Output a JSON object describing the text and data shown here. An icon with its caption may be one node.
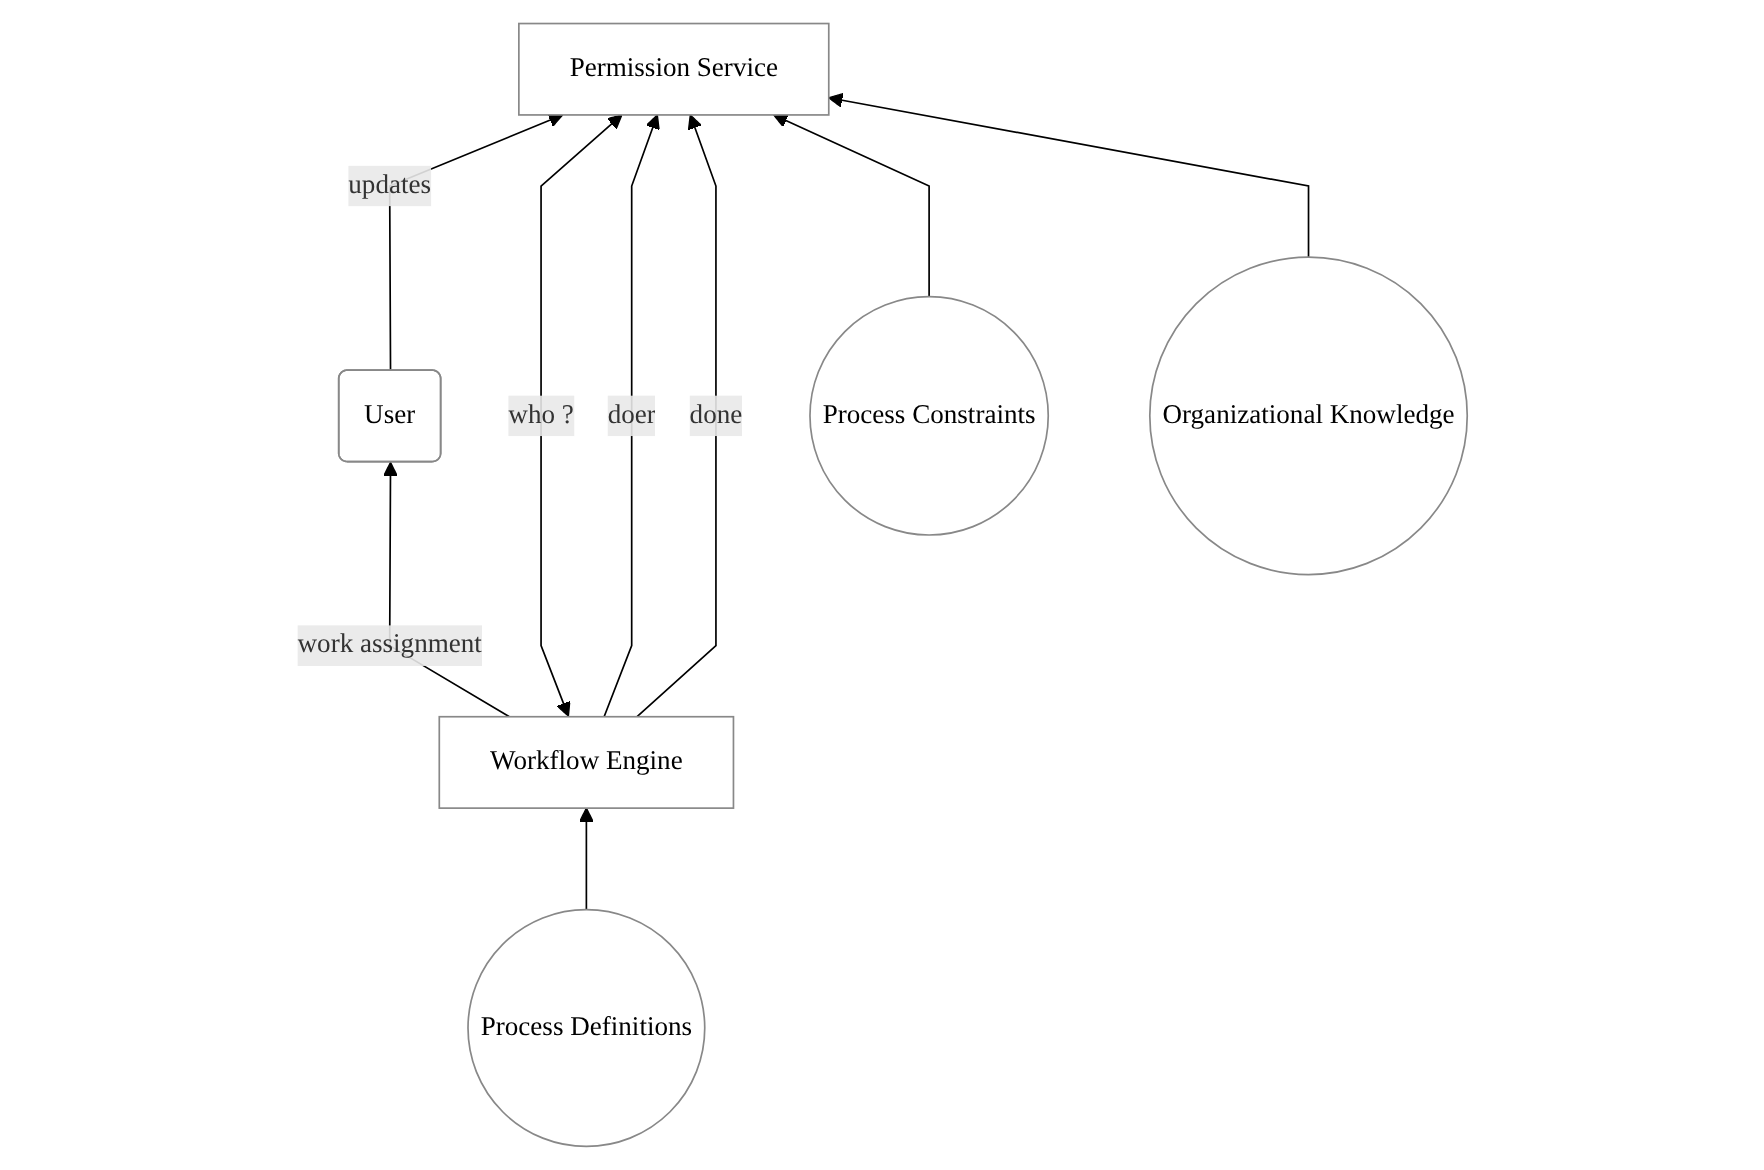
{
  "diagram": {
    "nodes": [
      {
        "text": [
          "User"
        ]
      },
      {
        "text": [
          "Workflow Engine"
        ]
      },
      {
        "text": [
          "Permission Service"
        ]
      },
      {
        "text": [
          "Process Definitions"
        ]
      },
      {
        "text": [
          "Process Constraints"
        ]
      },
      {
        "text": [
          "Organizational Knowledge"
        ]
      }
    ],
    "edges": [
      {
        "from": 1,
        "to": 0,
        "arrow": "to",
        "label": "work assignment"
      },
      {
        "from": 0,
        "to": 2,
        "arrow": "to",
        "label": "updates"
      },
      {
        "from": 1,
        "to": 2,
        "arrow": "both",
        "label": "who ?"
      },
      {
        "from": 1,
        "to": 2,
        "arrow": "to",
        "label": "doer"
      },
      {
        "from": 1,
        "to": 2,
        "arrow": "to",
        "label": "done"
      },
      {
        "from": 3,
        "to": 1,
        "arrow": "to"
      },
      {
        "from": 4,
        "to": 2,
        "arrow": "to"
      },
      {
        "from": 5,
        "to": 2,
        "arrow": "to"
      }
    ]
  }
}
